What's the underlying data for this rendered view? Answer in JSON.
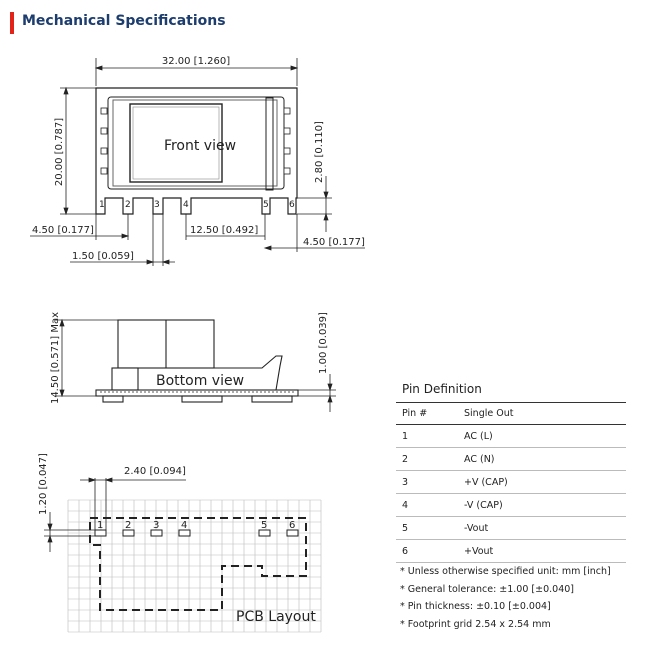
{
  "header": {
    "title": "Mechanical Specifications",
    "accent_color": "#e2231a",
    "title_color": "#1d3d6e"
  },
  "front_view": {
    "label": "Front view",
    "dim_width": "32.00 [1.260]",
    "dim_height": "20.00 [0.787]",
    "dim_pin_height": "2.80 [0.110]",
    "dim_left": "4.50 [0.177]",
    "dim_right": "4.50 [0.177]",
    "dim_pin_width": "1.50 [0.059]",
    "dim_mid": "12.50 [0.492]",
    "pins": [
      "1",
      "2",
      "3",
      "4",
      "5",
      "6"
    ]
  },
  "bottom_view": {
    "label": "Bottom view",
    "dim_height": "14.50 [0.571] Max",
    "dim_pin": "1.00 [0.039]"
  },
  "pcb_layout": {
    "label": "PCB Layout",
    "dim_pitch": "2.40 [0.094]",
    "dim_pad": "1.20 [0.047]",
    "pins": [
      "1",
      "2",
      "3",
      "4",
      "5",
      "6"
    ]
  },
  "pin_definition": {
    "title": "Pin Definition",
    "headers": [
      "Pin #",
      "Single Out"
    ],
    "rows": [
      {
        "pin": "1",
        "func": "AC (L)"
      },
      {
        "pin": "2",
        "func": "AC (N)"
      },
      {
        "pin": "3",
        "func": "+V (CAP)"
      },
      {
        "pin": "4",
        "func": "-V (CAP)"
      },
      {
        "pin": "5",
        "func": "-Vout"
      },
      {
        "pin": "6",
        "func": "+Vout"
      }
    ]
  },
  "notes": [
    "* Unless otherwise specified unit: mm [inch]",
    "* General tolerance: ±1.00 [±0.040]",
    "* Pin thickness: ±0.10 [±0.004]",
    "* Footprint grid 2.54 x 2.54 mm"
  ]
}
